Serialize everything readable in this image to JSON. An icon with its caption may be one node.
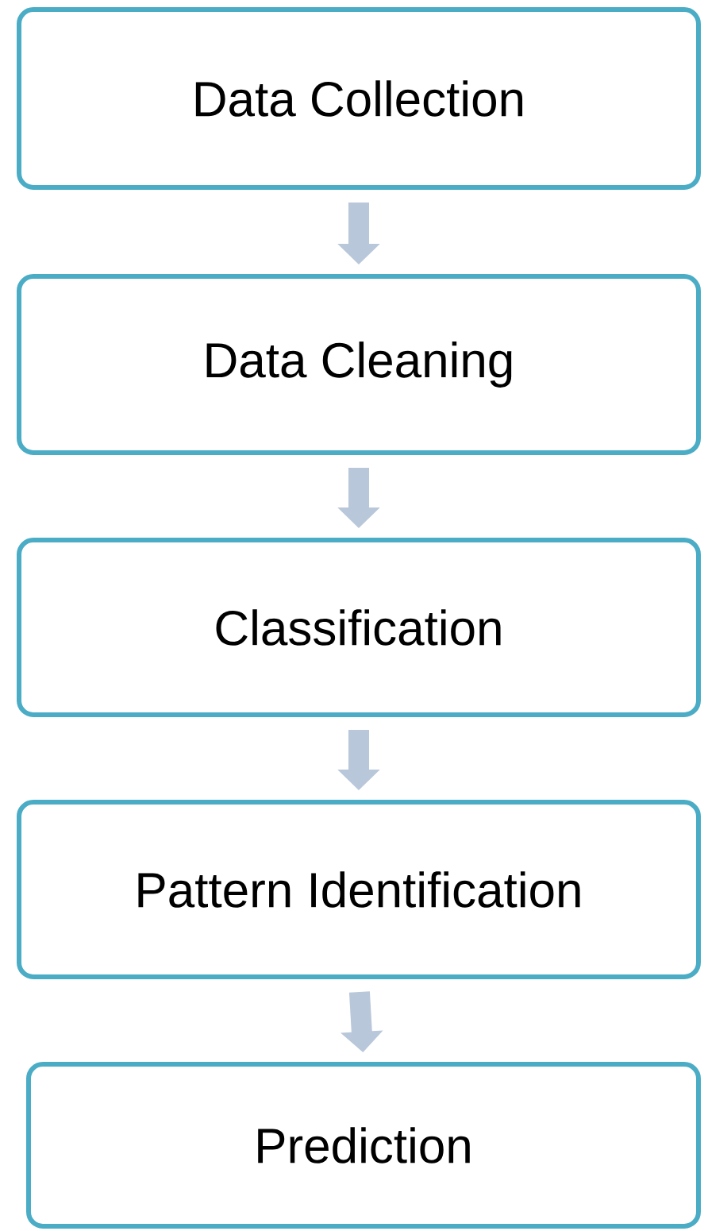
{
  "diagram": {
    "nodes": [
      {
        "text": [
          "Data Collection"
        ]
      },
      {
        "text": [
          "Data Cleaning"
        ]
      },
      {
        "text": [
          "Classification"
        ]
      },
      {
        "text": [
          "Pattern Identification"
        ]
      },
      {
        "text": [
          "Prediction"
        ]
      }
    ],
    "edges": [
      {
        "from": 0,
        "to": 1,
        "arrow": "to"
      },
      {
        "from": 1,
        "to": 2,
        "arrow": "to"
      },
      {
        "from": 2,
        "to": 3,
        "arrow": "to"
      },
      {
        "from": 3,
        "to": 4,
        "arrow": "to"
      }
    ]
  }
}
